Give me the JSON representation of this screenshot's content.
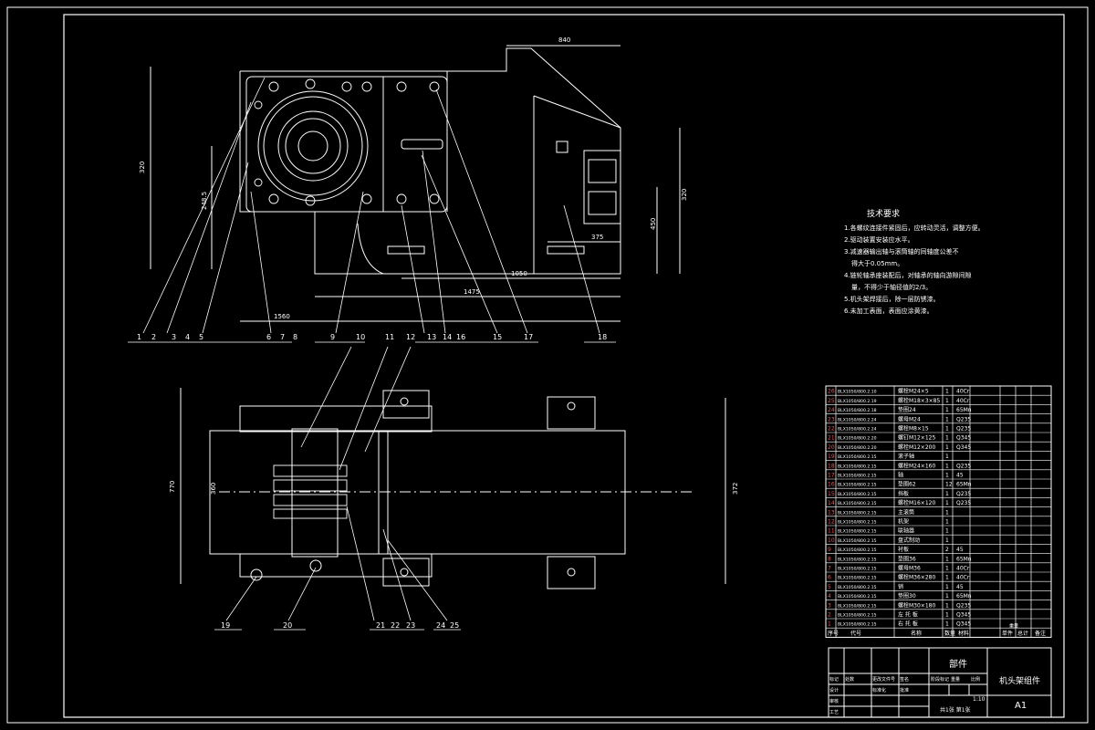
{
  "drawing": {
    "title": "部件",
    "name": "机头架组件",
    "sheet_size": "A1",
    "scale": "1:10",
    "sheet_info": "共1张 第1张",
    "rev_labels": [
      "标记",
      "处数",
      "分区",
      "更改文件号",
      "签名",
      "年月日"
    ],
    "role_labels": [
      "设计",
      "审核",
      "工艺",
      "标准化",
      "批准"
    ],
    "stage_labels": [
      "阶段标记",
      "重量",
      "比例"
    ]
  },
  "technical_requirements": {
    "heading": "技术要求",
    "items": [
      "1.各螺纹连接件紧固后，应转动灵活，调整方便。",
      "2.驱动装置安装应水平。",
      "3.减速器输出轴与滚筒轴的同轴度公差不",
      "得大于0.05mm。",
      "4.链轮轴承座装配后，对轴承的轴向游隙间隙",
      "量，不得少于轴径值的2/3。",
      "5.机头架焊接后，除一层防锈漆。",
      "6.未加工表面，表面应涂黄漆。"
    ]
  },
  "callouts_top": [
    "1",
    "2",
    "3",
    "4",
    "5",
    "6",
    "7",
    "8",
    "9",
    "10",
    "11",
    "12",
    "13",
    "14",
    "15",
    "16",
    "17",
    "18"
  ],
  "callouts_bottom": [
    "19",
    "20",
    "21",
    "22",
    "23",
    "24",
    "25"
  ],
  "bom": {
    "headers": [
      "序号",
      "代号",
      "名称",
      "数量",
      "材料",
      "单件",
      "总计",
      "备注"
    ],
    "weight_header": "重量",
    "rows": [
      [
        "26",
        "BLX1050/800.2.10",
        "螺栓M24×5",
        "1",
        "40Cr"
      ],
      [
        "25",
        "BLX1050/800.2.19",
        "螺栓M18×3×85",
        "1",
        "40Cr"
      ],
      [
        "24",
        "BLX1050/800.2.18",
        "垫圈24",
        "1",
        "65Mn"
      ],
      [
        "23",
        "BLX1050/800.2.24",
        "螺母M24",
        "1",
        "Q235"
      ],
      [
        "22",
        "BLX1050/800.2.24",
        "螺栓M8×15",
        "1",
        "Q235"
      ],
      [
        "21",
        "BLX1050/800.2.20",
        "螺钉M12×125",
        "1",
        "Q345"
      ],
      [
        "20",
        "BLX1050/800.2.20",
        "螺栓M12×200",
        "1",
        "Q345"
      ],
      [
        "19",
        "BLX1050/800.2.15",
        "滚子轴",
        "1",
        ""
      ],
      [
        "18",
        "BLX1050/800.2.15",
        "螺栓M24×160",
        "1",
        "Q235"
      ],
      [
        "17",
        "BLX1050/800.2.15",
        "轴",
        "1",
        "45"
      ],
      [
        "16",
        "BLX1050/800.2.15",
        "垫圈62",
        "12",
        "65Mn"
      ],
      [
        "15",
        "BLX1050/800.2.15",
        "挡板",
        "1",
        "Q235"
      ],
      [
        "14",
        "BLX1050/800.2.15",
        "螺栓M16×120",
        "1",
        "Q235"
      ],
      [
        "13",
        "BLX1050/800.2.15",
        "主滚筒",
        "1",
        ""
      ],
      [
        "12",
        "BLX1050/800.2.15",
        "机架",
        "1",
        ""
      ],
      [
        "11",
        "BLX1050/800.2.15",
        "联轴器",
        "1",
        ""
      ],
      [
        "10",
        "BLX1050/800.2.15",
        "盘式制动",
        "1",
        ""
      ],
      [
        "9",
        "BLX1050/800.2.15",
        "衬板",
        "2",
        "45"
      ],
      [
        "8",
        "BLX1050/800.2.15",
        "垫圈36",
        "1",
        "65Mn"
      ],
      [
        "7",
        "BLX1050/800.2.15",
        "螺母M36",
        "1",
        "40Cr"
      ],
      [
        "6",
        "BLX1050/800.2.15",
        "螺栓M36×280",
        "1",
        "40Cr"
      ],
      [
        "5",
        "BLX1050/800.2.15",
        "销",
        "1",
        "45"
      ],
      [
        "4",
        "BLX1050/800.2.15",
        "垫圈30",
        "1",
        "65Mn"
      ],
      [
        "3",
        "BLX1050/800.2.15",
        "螺栓M30×180",
        "1",
        "Q235"
      ],
      [
        "2",
        "BLX1050/800.2.15",
        "左 托 板",
        "1",
        "Q345"
      ],
      [
        "1",
        "BLX1050/800.2.15",
        "右 托 板",
        "1",
        "Q345"
      ]
    ]
  },
  "dimensions": {
    "top_width": "840",
    "left_height": "320",
    "inner_height": "248.5",
    "right_height": "320",
    "side_a": "450",
    "side_b": "375",
    "bottom_1": "1050",
    "bottom_2": "1475",
    "bottom_3": "1560",
    "plan_left": "770",
    "plan_inner": "360",
    "plan_right": "372"
  }
}
